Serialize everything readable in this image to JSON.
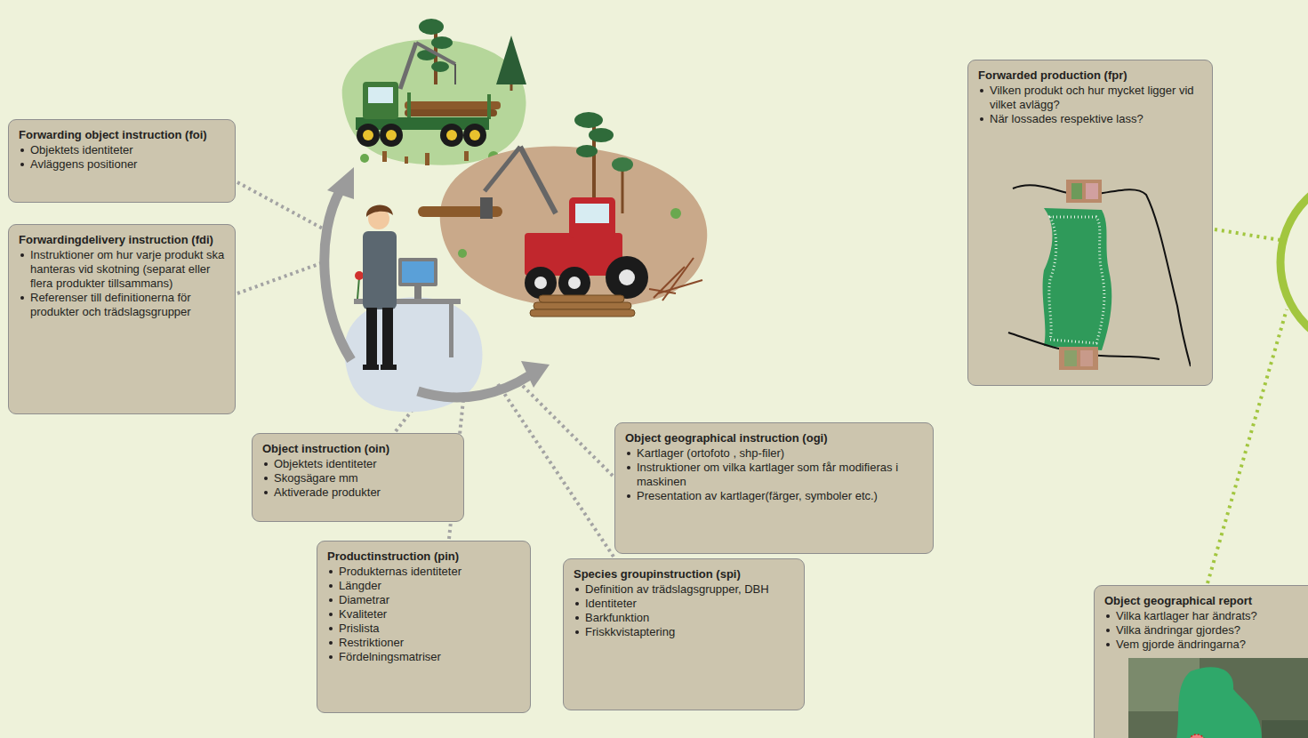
{
  "diagram": {
    "nodes": [
      {
        "text": [
          "Forwarding object instruction (foi)",
          "Objektets identiteter",
          "Avläggens positioner"
        ]
      },
      {
        "text": [
          "Forwardingdelivery instruction (fdi)",
          "Instruktioner om hur varje produkt ska hanteras vid skotning (separat eller flera produkter tillsammans)",
          "Referenser till definitionerna för produkter och trädslagsgrupper"
        ]
      },
      {
        "text": [
          "Object instruction (oin)",
          "Objektets identiteter",
          "Skogsägare mm",
          "Aktiverade produkter"
        ]
      },
      {
        "text": [
          "Productinstruction (pin)",
          "Produkternas identiteter",
          "Längder",
          "Diametrar",
          "Kvaliteter",
          "Prislista",
          "Restriktioner",
          "Fördelningsmatriser"
        ]
      },
      {
        "text": [
          "Species groupinstruction (spi)",
          "Definition av trädslagsgrupper, DBH",
          "Identiteter",
          "Barkfunktion",
          "Friskkvistaptering"
        ]
      },
      {
        "text": [
          "Object geographical instruction (ogi)",
          "Kartlager (ortofoto , shp-filer)",
          "Instruktioner om vilka kartlager som får modifieras i maskinen",
          "Presentation av kartlager(färger, symboler etc.)"
        ]
      },
      {
        "text": [
          "Forwarded production (fpr)",
          "Vilken produkt och hur mycket ligger vid vilket avlägg?",
          "När lossades respektive lass?"
        ]
      },
      {
        "text": [
          "Object geographical report",
          "Vilka kartlager har ändrats?",
          "Vilka ändringar gjordes?",
          "Vem gjorde ändringarna?"
        ]
      }
    ]
  }
}
